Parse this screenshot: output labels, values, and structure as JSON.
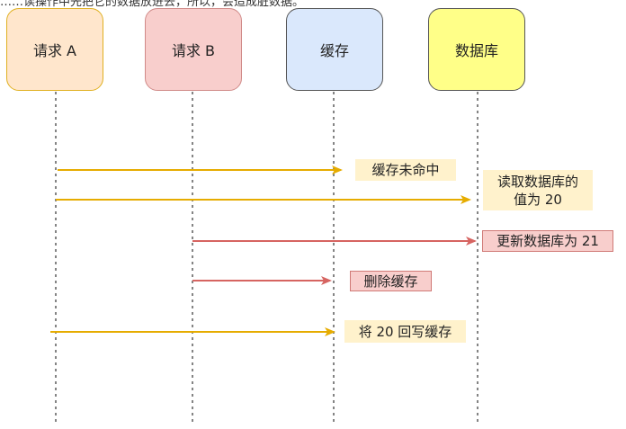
{
  "caption": "……读操作中先把它的数据放进去，所以，会造成脏数据。",
  "actors": [
    {
      "id": "a",
      "label": "请求 A"
    },
    {
      "id": "b",
      "label": "请求 B"
    },
    {
      "id": "c",
      "label": "缓存"
    },
    {
      "id": "d",
      "label": "数据库"
    }
  ],
  "messages": [
    {
      "from": "请求 A",
      "to": "缓存",
      "color": "#e6ac00",
      "note": "缓存未命中",
      "note_style": "yellow"
    },
    {
      "from": "请求 A",
      "to": "数据库",
      "color": "#e6ac00",
      "note": "读取数据库的\n值为 20",
      "note_line1": "读取数据库的",
      "note_line2": "值为 20",
      "note_style": "yellow"
    },
    {
      "from": "请求 B",
      "to": "数据库",
      "color": "#d66461",
      "note": "更新数据库为 21",
      "note_style": "red"
    },
    {
      "from": "请求 B",
      "to": "缓存",
      "color": "#d66461",
      "note": "删除缓存",
      "note_style": "red"
    },
    {
      "from": "请求 A",
      "to": "缓存",
      "color": "#e6ac00",
      "note": "将 20 回写缓存",
      "note_style": "yellow"
    }
  ],
  "colors": {
    "request_a_fill": "#ffe6cc",
    "request_b_fill": "#f8cecc",
    "cache_fill": "#dae8fc",
    "db_fill": "#ffff88",
    "yellow_arrow": "#e6ac00",
    "red_arrow": "#d66461"
  }
}
